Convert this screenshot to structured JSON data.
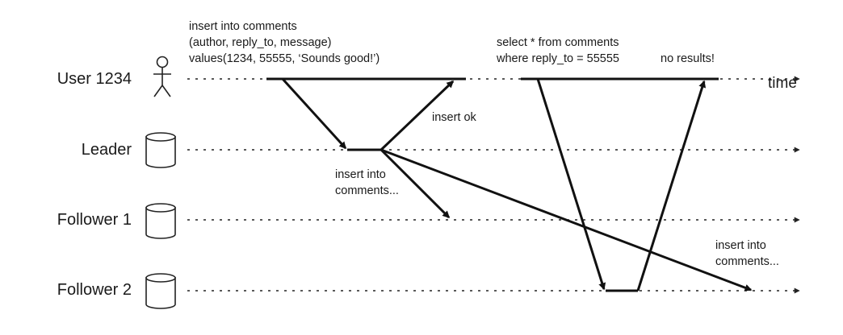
{
  "lanes": {
    "user": "User 1234",
    "leader": "Leader",
    "follower1": "Follower 1",
    "follower2": "Follower 2"
  },
  "time_label": "time",
  "annotations": {
    "insert_query": [
      "insert into comments",
      "(author, reply_to, message)",
      "values(1234, 55555, ‘Sounds good!’)"
    ],
    "select_query": [
      "select * from comments",
      "where reply_to = 55555"
    ],
    "no_results": "no results!",
    "insert_ok": "insert ok",
    "replicate_f1": [
      "insert into",
      "comments..."
    ],
    "replicate_f2": [
      "insert into",
      "comments..."
    ]
  }
}
